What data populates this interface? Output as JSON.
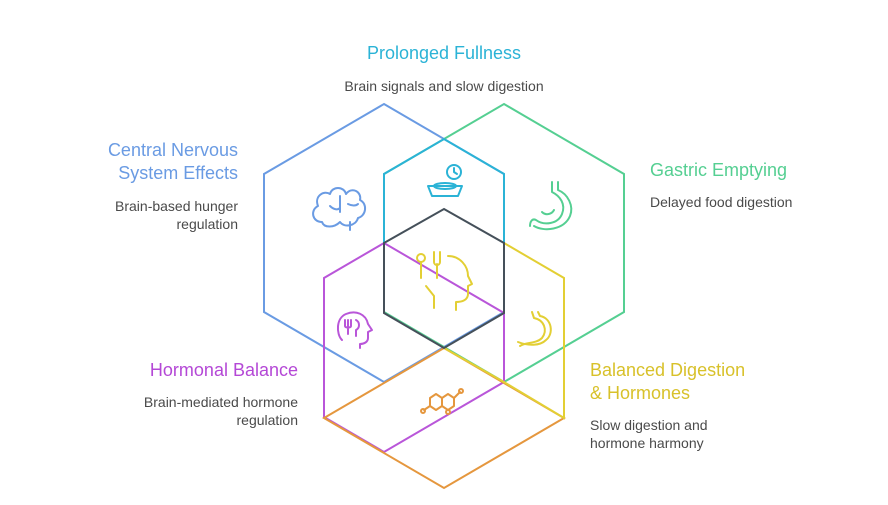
{
  "labels": {
    "top_title": "Prolonged Fullness",
    "top_desc": "Brain signals and slow digestion",
    "left_title": "Central Nervous\nSystem Effects",
    "left_desc": "Brain-based hunger\nregulation",
    "right_title": "Gastric Emptying",
    "right_desc": "Delayed food digestion",
    "bottom_left_title": "Hormonal Balance",
    "bottom_left_desc": "Brain-mediated hormone\nregulation",
    "bottom_right_title": "Balanced Digestion\n& Hormones",
    "bottom_right_desc": "Slow digestion and\nhormone harmony"
  },
  "colors": {
    "blue": "#6a9be3",
    "cyan": "#2bb3d6",
    "green": "#55cf92",
    "yellow": "#e3cf34",
    "purple": "#b956d9",
    "orange": "#e5973e",
    "dark": "#45505a",
    "yellow_text": "#d8c12a",
    "purple_text": "#b448d6"
  },
  "icons": {
    "brain": "brain-icon",
    "pet_bowl": "bowl-clock-icon",
    "stomach": "stomach-icon",
    "head_fork": "head-fork-spoon-icon",
    "head_utensils": "head-utensils-icon",
    "stomach_small": "stomach-outline-icon",
    "molecule": "molecule-icon"
  }
}
